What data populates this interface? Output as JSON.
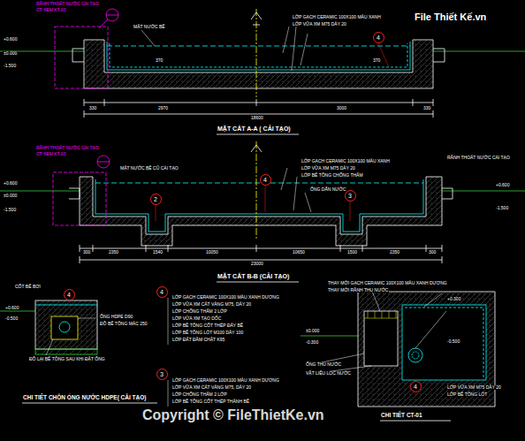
{
  "diagram": {
    "nodes": [
      {
        "text": [
          "4"
        ]
      },
      {
        "text": [
          "2"
        ]
      },
      {
        "text": [
          "4"
        ]
      },
      {
        "text": [
          "3"
        ]
      },
      {
        "text": [
          "4"
        ]
      },
      {
        "text": [
          "4"
        ]
      },
      {
        "text": [
          "3"
        ]
      },
      {
        "text": [
          "4"
        ]
      }
    ],
    "labels": [
      "File Thiết Kế.vn",
      "RÃNH THOÁT NƯỚC CẢI TẠO",
      "CT XEM KT-03",
      "MẶT NƯỚC BỂ",
      "LỚP GẠCH CERAMIC 100X100 MÀU XANH",
      "LỚP VỮA XM M75 DÀY 20",
      "+0.600",
      "±0.000",
      "-1.500",
      "370",
      "370",
      "330",
      "2970",
      "3000",
      "330",
      "18600",
      "MẶT CẮT A-A ( CẢI TẠO)",
      "RÃNH THOÁT NƯỚC CẢI TẠO",
      "CT XEM KT-03",
      "MẶT NƯỚC BỂ CŨ CẢI TẠO",
      "LỚP GẠCH CERAMIC 100X100 MÀU XANH",
      "LỚP VỮA XM M75 DÀY 20",
      "LỚP BÊ TÔNG CHỐNG THẤM",
      "RÃNH THOÁT NƯỚC CẢI TẠO",
      "+0.600",
      "±0.000",
      "-1.500",
      "+0.600",
      "-1.500",
      "ỐNG DẪN NƯỚC",
      "300",
      "2350",
      "1540",
      "10050",
      "10650",
      "1500",
      "2350",
      "300",
      "23000",
      "MẶT CẮT B-B (CẢI TẠO)",
      "CỐT BỂ BƠI",
      "+0.600",
      "-0.500",
      "ỐNG HDPE D90",
      "ĐỔ BÊ TÔNG MÁC 250",
      "ĐỔ LẠI BÊ TÔNG SAU KHI ĐẶT ỐNG",
      "CHI TIẾT CHÔN ỐNG NƯỚC HDPE( CẢI TẠO)",
      "LỚP GẠCH CERAMIC 100X100 MÀU XANH DƯƠNG",
      "LỚP VỮA XM CÁT VÀNG M75, DÀY 20",
      "LỚP CHỐNG THẤM 2 LỚP",
      "LỚP VỮA XM TẠO DỐC",
      "LỚP BÊ TÔNG CỐT THÉP ĐÁY BỂ",
      "LỚP BÊ TÔNG LÓT M100 DÀY 100",
      "LỚP ĐẤT ĐẦM CHẶT K95",
      "LỚP GẠCH CERAMIC 100X100 MÀU XANH DƯƠNG",
      "LỚP VỮA XM CÁT VÀNG M75, DÀY 20",
      "LỚP CHỐNG THẤM 2 LỚP",
      "LỚP BÊ TÔNG CỐT THÉP THÀNH BỂ",
      "THAY MỚI GẠCH CERAMIC 100X100 MÀU XANH DƯƠNG",
      "THAY MỚI RÃNH THU NƯỚC",
      "+0.300",
      "±0.000",
      "-0.300",
      "-0.500",
      "LỚP VỮA XM M75 DÀY 20",
      "LỚP BÊ TÔNG LÓT",
      "ỐNG THU NƯỚC",
      "VẬT LIỆU LỌC NƯỚC",
      "CHI TIẾT CT-01",
      "Copyright © FileThietKe.vn"
    ]
  }
}
